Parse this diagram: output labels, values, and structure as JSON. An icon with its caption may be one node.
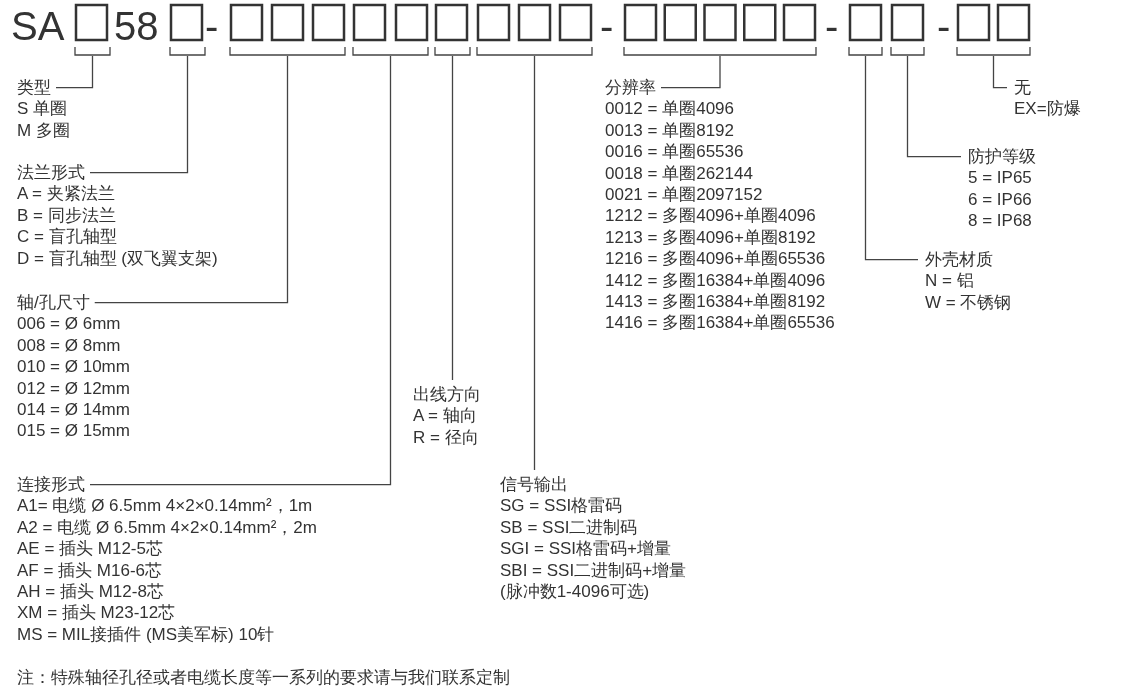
{
  "diagram": {
    "nodes": [
      {
        "text": [],
        "shape": "box"
      },
      {
        "text": [],
        "shape": "box"
      },
      {
        "text": [],
        "shape": "box"
      },
      {
        "text": [],
        "shape": "box"
      },
      {
        "text": [],
        "shape": "box"
      },
      {
        "text": [],
        "shape": "box"
      },
      {
        "text": [],
        "shape": "box"
      },
      {
        "text": [],
        "shape": "box"
      },
      {
        "text": [],
        "shape": "box"
      },
      {
        "text": [],
        "shape": "box"
      },
      {
        "text": [
          "类型",
          "S 单圈",
          "M 多圈"
        ]
      },
      {
        "text": [
          "分辨率",
          "0012 = 单圈4096",
          "0013 = 单圈8192",
          "0016 = 单圈65536",
          "0018 = 单圈262144",
          "0021 = 单圈2097152",
          "1212 = 多圈4096+单圈4096",
          "1213 = 多圈4096+单圈8192",
          "1216 = 多圈4096+单圈65536",
          "1412 = 多圈16384+单圈4096",
          "1413 = 多圈16384+单圈8192",
          "1416 = 多圈16384+单圈65536"
        ]
      },
      {
        "text": [
          "无",
          "EX=防爆"
        ]
      },
      {
        "text": [
          "防护等级",
          "5 = IP65",
          "6 = IP66",
          "8 = IP68"
        ]
      },
      {
        "text": [
          "法兰形式",
          "A = 夹紧法兰",
          "B = 同步法兰",
          "C = 盲孔轴型",
          "D = 盲孔轴型 (双飞翼支架)"
        ]
      },
      {
        "text": [
          "外壳材质",
          "N = 铝",
          "W = 不锈钢"
        ]
      },
      {
        "text": [
          "轴/孔尺寸",
          "006 = Ø 6mm",
          "008 = Ø 8mm",
          "010 = Ø 10mm",
          "012 = Ø 12mm",
          "014 = Ø 14mm",
          "015 = Ø 15mm"
        ]
      },
      {
        "text": [
          "出线方向",
          "A = 轴向",
          "R = 径向"
        ]
      },
      {
        "text": [
          "连接形式",
          "A1= 电缆 Ø 6.5mm 4×2×0.14mm²，1m",
          "A2 = 电缆 Ø 6.5mm 4×2×0.14mm²，2m",
          "AE = 插头 M12-5芯",
          "AF = 插头 M16-6芯",
          "AH = 插头 M12-8芯",
          "XM = 插头 M23-12芯",
          "MS = MIL接插件 (MS美军标) 10针"
        ]
      },
      {
        "text": [
          "信号输出",
          "SG = SSI格雷码",
          "SB = SSI二进制码",
          "SGI = SSI格雷码+增量",
          "SBI = SSI二进制码+增量",
          "(脉冲数1-4096可选)"
        ]
      }
    ],
    "edges": [
      {
        "from": 10,
        "to": 0,
        "arrow": "none"
      },
      {
        "from": 14,
        "to": 1,
        "arrow": "none"
      },
      {
        "from": 16,
        "to": 2,
        "arrow": "none"
      },
      {
        "from": 18,
        "to": 3,
        "arrow": "none"
      },
      {
        "from": 17,
        "to": 4,
        "arrow": "none"
      },
      {
        "from": 19,
        "to": 5,
        "arrow": "none"
      },
      {
        "from": 11,
        "to": 6,
        "arrow": "none"
      },
      {
        "from": 15,
        "to": 7,
        "arrow": "none"
      },
      {
        "from": 13,
        "to": 8,
        "arrow": "none"
      },
      {
        "from": 12,
        "to": 9,
        "arrow": "none"
      }
    ],
    "labels": [
      "SA",
      "58",
      "-",
      "-",
      "-",
      "-",
      "注：特殊轴径孔径或者电缆长度等一系列的要求请与我们联系定制"
    ]
  }
}
